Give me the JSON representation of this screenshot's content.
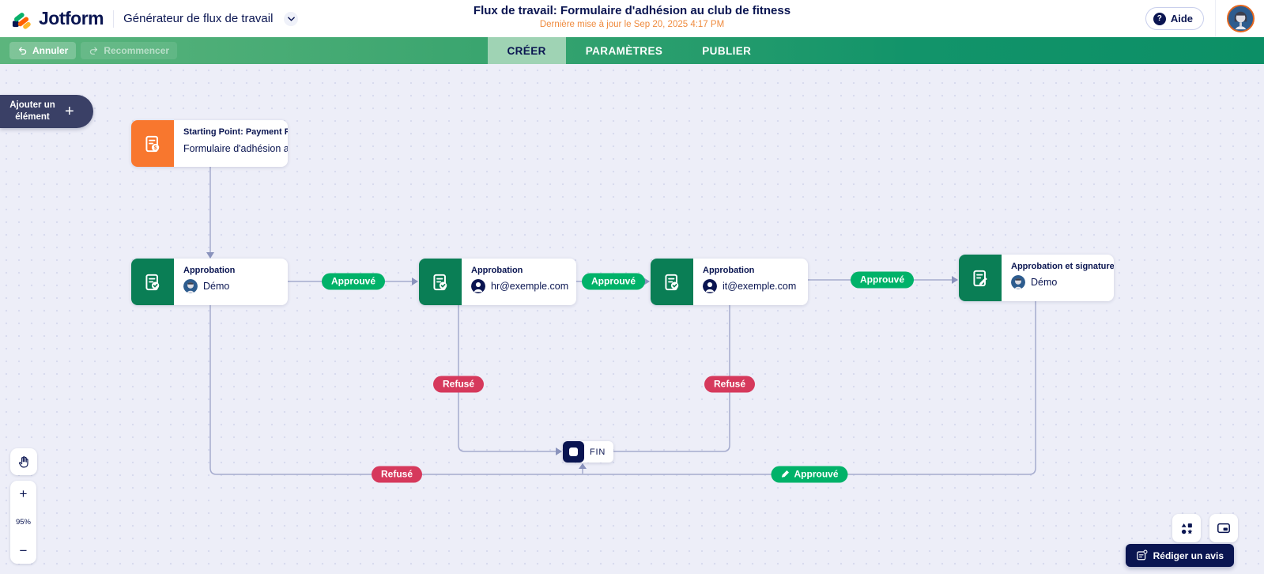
{
  "header": {
    "brand": "Jotform",
    "app_name": "Générateur de flux de travail",
    "title": "Flux de travail: Formulaire d'adhésion au club de fitness",
    "subtitle": "Dernière mise à jour le Sep 20, 2025 4:17 PM",
    "help_label": "Aide",
    "help_icon": "?"
  },
  "toolbar": {
    "undo_label": "Annuler",
    "redo_label": "Recommencer",
    "tabs": [
      {
        "label": "CRÉER",
        "active": true
      },
      {
        "label": "PARAMÈTRES",
        "active": false
      },
      {
        "label": "PUBLIER",
        "active": false
      }
    ]
  },
  "canvas": {
    "add_element_label": "Ajouter un élément",
    "add_element_plus": "+"
  },
  "nodes": {
    "start": {
      "title": "Starting Point: Payment Form",
      "subtitle": "Formulaire d'adhésion au ...",
      "icon": "payment-form-icon"
    },
    "approval1": {
      "title": "Approbation",
      "assignee": "Démo",
      "icon": "approval-icon"
    },
    "approval2": {
      "title": "Approbation",
      "assignee": "hr@exemple.com",
      "icon": "approval-icon"
    },
    "approval3": {
      "title": "Approbation",
      "assignee": "it@exemple.com",
      "icon": "approval-icon"
    },
    "signature": {
      "title": "Approbation et signature",
      "assignee": "Démo",
      "icon": "approval-signature-icon"
    },
    "end": {
      "label": "FIN"
    }
  },
  "edges": {
    "approved": "Approuvé",
    "refused": "Refusé"
  },
  "zoom": {
    "level": "95%",
    "zoom_in": "+",
    "zoom_out": "−"
  },
  "footer": {
    "review_label": "Rédiger un avis"
  },
  "colors": {
    "navy": "#0a1551",
    "toolbar_green": "#12946a",
    "active_tab": "#9fd3b4",
    "node_orange": "#f8772e",
    "node_green": "#0a7e55",
    "approved_pill": "#00b269",
    "refused_pill": "#d6395c",
    "subtitle_orange": "#ef8a3d",
    "canvas_bg": "#edeef8",
    "connector": "#a5abce"
  }
}
